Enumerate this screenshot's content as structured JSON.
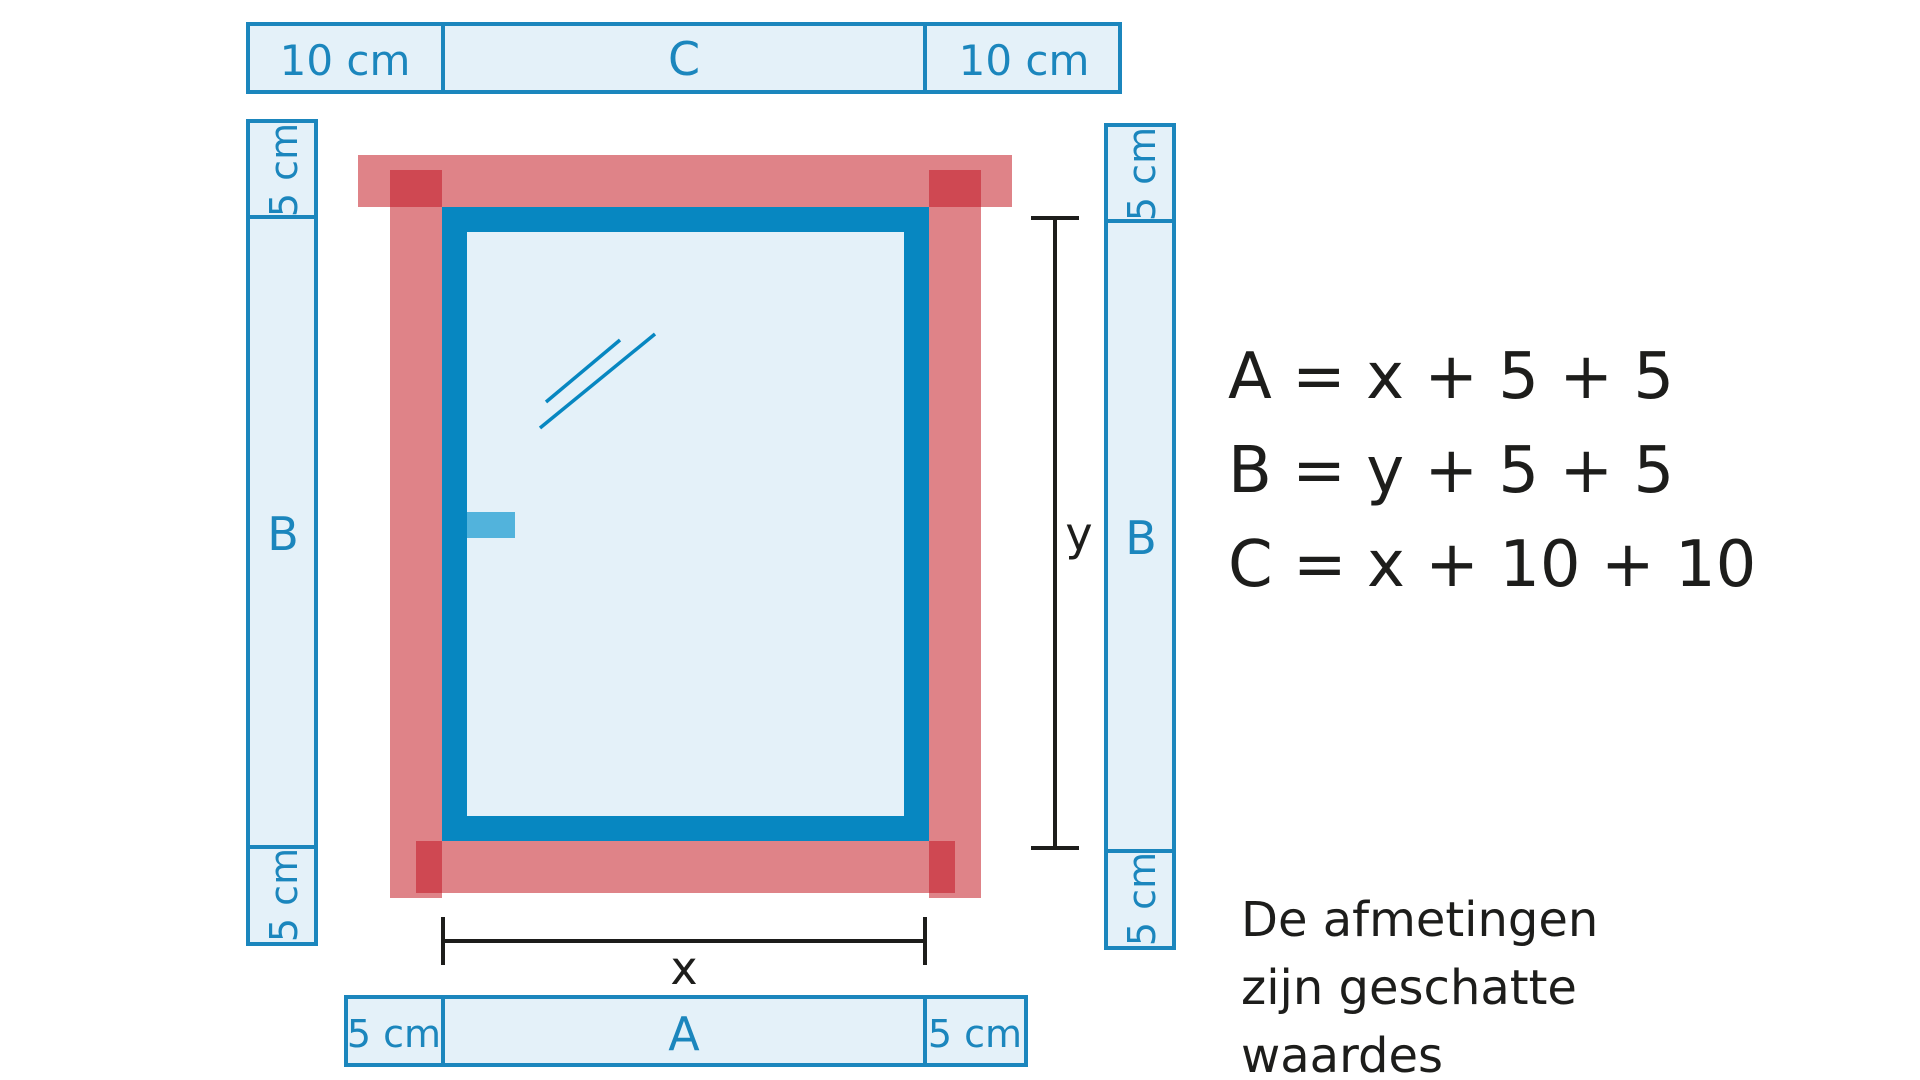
{
  "colors": {
    "strip_stroke": "#1b86bd",
    "strip_fill": "#e4f1f9",
    "frame_blue": "#0787c1",
    "glass": "#e4f1f9",
    "wood_red": "#df8388",
    "wood_red_dark": "#cf4852",
    "handle": "#52b3dc",
    "ink": "#1d1d1b"
  },
  "icons": {
    "window": "window-icon",
    "glare": "glass-reflection-icon",
    "handle": "window-handle-icon"
  },
  "strips": {
    "top_c": {
      "left": "10 cm",
      "center": "C",
      "right": "10 cm"
    },
    "left_b": {
      "top": "5 cm",
      "center": "B",
      "bottom": "5 cm"
    },
    "right_b": {
      "top": "5 cm",
      "center": "B",
      "bottom": "5 cm"
    },
    "bottom_a": {
      "left": "5 cm",
      "center": "A",
      "right": "5 cm"
    }
  },
  "dimensions": {
    "x": "x",
    "y": "y"
  },
  "formulas": [
    "A = x + 5 + 5",
    "B = y + 5 + 5",
    "C = x + 10 + 10"
  ],
  "note": [
    "De afmetingen",
    "zijn geschatte",
    "waardes"
  ]
}
